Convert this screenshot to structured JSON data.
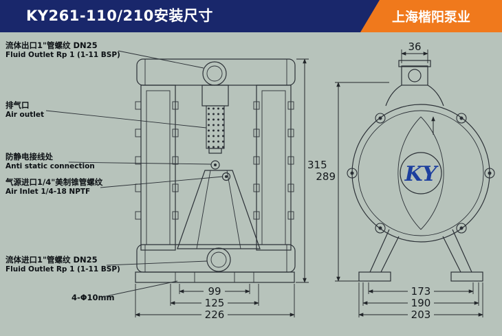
{
  "header": {
    "title": "KY261-110/210安装尺寸",
    "brand": "上海楷阳泵业"
  },
  "colors": {
    "header_bg": "#19276b",
    "banner_orange": "#f0791c",
    "canvas_bg": "#b7c3bb",
    "line": "#2b3036",
    "logo_blue": "#1d3f9e"
  },
  "callouts": {
    "fluid_outlet": {
      "cn": "流体出口1\"管螺纹 DN25",
      "en": "Fluid Outlet Rp 1 (1-11 BSP)"
    },
    "air_outlet": {
      "cn": "排气口",
      "en": "Air outlet"
    },
    "anti_static": {
      "cn": "防静电接线处",
      "en": "Anti static connection"
    },
    "air_inlet": {
      "cn": "气源进口1/4\"美制锥管螺纹",
      "en": "Air Inlet 1/4-18 NPTF"
    },
    "fluid_inlet": {
      "cn": "流体进口1\"管螺纹 DN25",
      "en": "Fluid Outlet Rp 1 (1-11 BSP)"
    },
    "mounting_holes": "4-Φ10mm"
  },
  "dimensions": {
    "front_view": {
      "height": "315",
      "width_inner": "99",
      "width_mid": "125",
      "width_outer": "226"
    },
    "side_view": {
      "top_width": "36",
      "height": "289",
      "width_inner": "173",
      "width_mid": "190",
      "width_outer": "203"
    }
  },
  "logo_text": "KY"
}
